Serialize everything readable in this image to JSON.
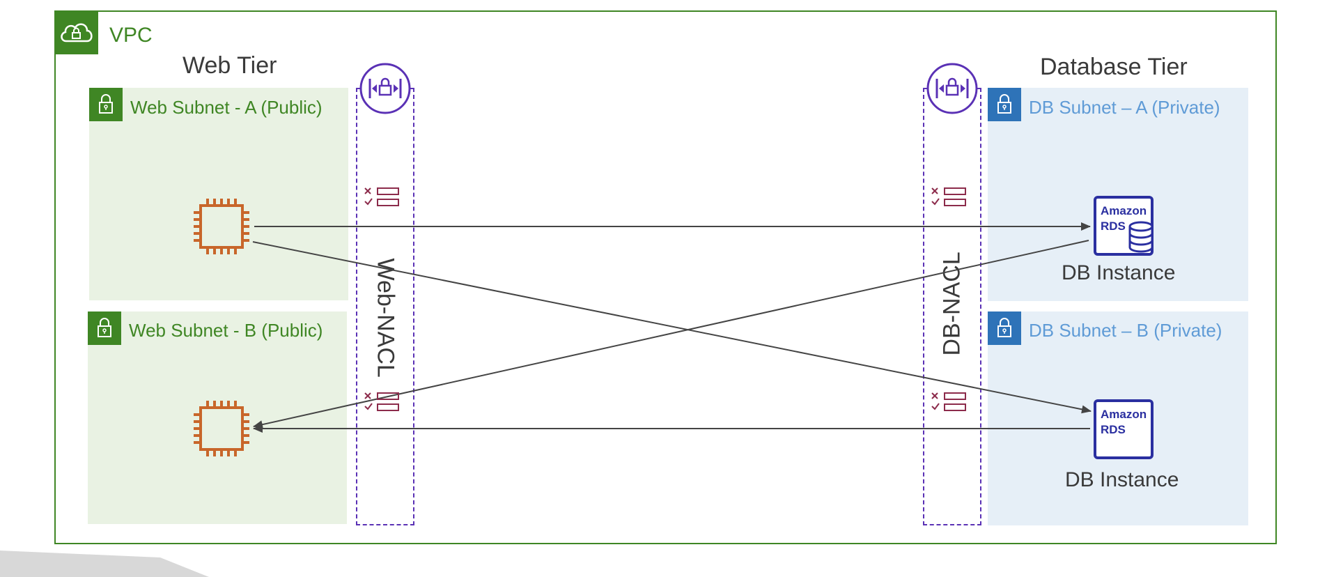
{
  "vpc": {
    "label": "VPC"
  },
  "tiers": {
    "web": "Web Tier",
    "database": "Database Tier"
  },
  "subnets": [
    {
      "id": "web-a",
      "label": "Web Subnet - A (Public)"
    },
    {
      "id": "web-b",
      "label": "Web Subnet - B (Public)"
    },
    {
      "id": "db-a",
      "label": "DB Subnet – A (Private)"
    },
    {
      "id": "db-b",
      "label": "DB Subnet – B (Private)"
    }
  ],
  "nacls": {
    "web": "Web-NACL",
    "db": "DB-NACL"
  },
  "instances": {
    "rds_a": {
      "label": "DB Instance",
      "logo_line1": "Amazon",
      "logo_line2": "RDS"
    },
    "rds_b": {
      "label": "DB Instance",
      "logo_line1": "Amazon",
      "logo_line2": "RDS"
    }
  },
  "icons": {
    "vpc": "cloud-lock-icon",
    "subnet": "padlock-icon",
    "nacl": "nacl-lock-icon",
    "rules": "allow-deny-rules-icon",
    "ec2": "ec2-chip-icon",
    "rds": "amazon-rds-icon"
  },
  "colors": {
    "vpc_green": "#3f8624",
    "web_subnet_bg": "#e9f2e3",
    "db_subnet_bg": "#e6eff7",
    "db_blue": "#2e73b8",
    "nacl_purple": "#5a31b5",
    "ec2_orange": "#c8662a",
    "rules_maroon": "#8c2b4b",
    "rds_navy": "#2a2fa0",
    "arrow": "#444444"
  }
}
